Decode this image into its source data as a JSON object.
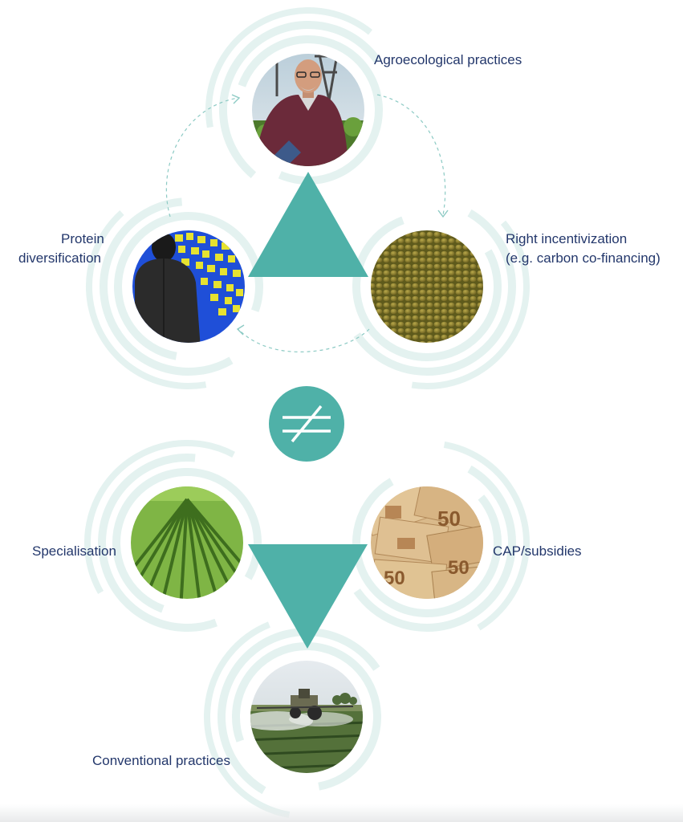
{
  "colors": {
    "teal": "#4fb1a8",
    "ring": "#e4f2f0",
    "arrow": "#8ccac4",
    "text": "#23376b",
    "white": "#ffffff"
  },
  "top_group": {
    "agroecological": {
      "label": "Agroecological practices",
      "image": "farmer-in-field-photo"
    },
    "protein": {
      "label_line1": "Protein",
      "label_line2": "diversification",
      "image": "person-at-sticky-note-board-photo"
    },
    "incentivization": {
      "label_line1": "Right incentivization",
      "label_line2": "(e.g. carbon co-financing)",
      "image": "mung-beans-photo"
    },
    "triangle": "teal-up-triangle"
  },
  "separator": {
    "symbol": "not-equal-icon"
  },
  "bottom_group": {
    "specialisation": {
      "label": "Specialisation",
      "image": "crop-rows-field-photo"
    },
    "cap": {
      "label": "CAP/subsidies",
      "image": "euro-banknotes-photo",
      "banknote_value": "50"
    },
    "conventional": {
      "label": "Conventional practices",
      "image": "tractor-spraying-field-photo"
    },
    "triangle": "teal-down-triangle"
  }
}
